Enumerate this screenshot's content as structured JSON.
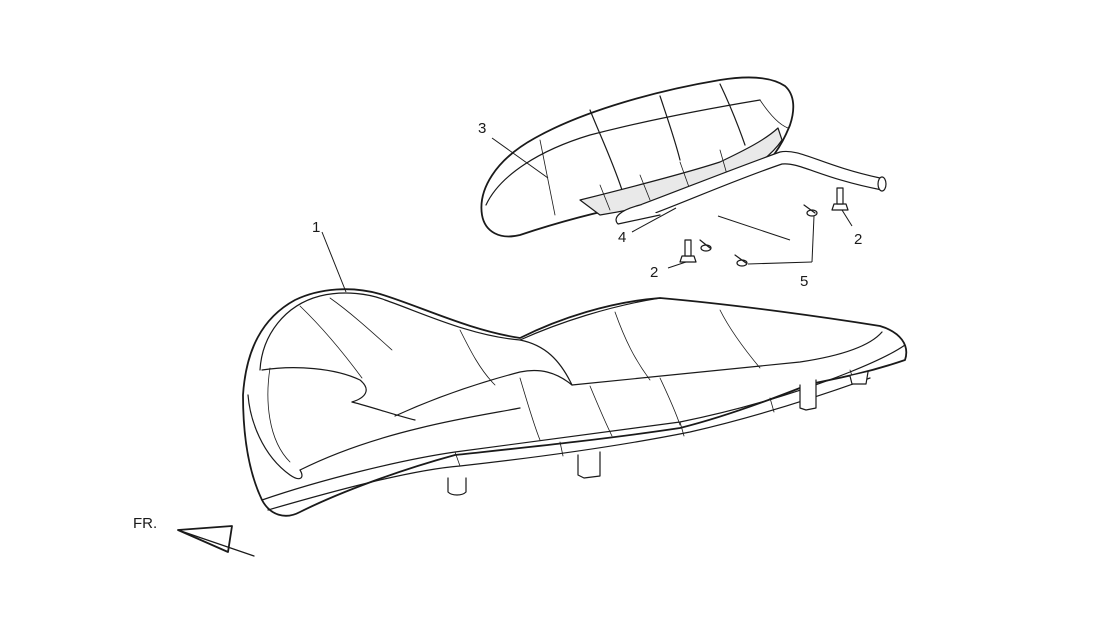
{
  "callouts": {
    "c1": "1",
    "c2a": "2",
    "c2b": "2",
    "c3": "3",
    "c4": "4",
    "c5": "5"
  },
  "front_indicator": "FR.",
  "colors": {
    "line": "#1a1a1a",
    "background": "#ffffff"
  }
}
